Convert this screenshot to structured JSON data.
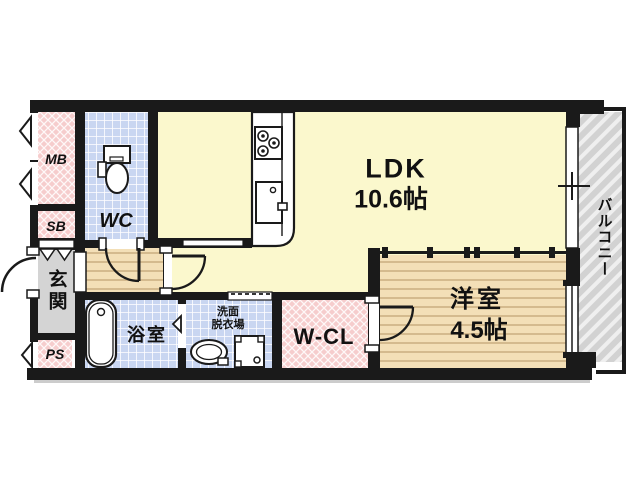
{
  "title": "apartment-floor-plan",
  "rooms": {
    "ldk": {
      "label": "LDK",
      "size": "10.6帖"
    },
    "western": {
      "label": "洋室",
      "size": "4.5帖"
    },
    "wcl": {
      "label": "W-CL"
    },
    "bath": {
      "label": "浴室"
    },
    "washroom": {
      "line1": "洗面",
      "line2": "脱衣場"
    },
    "wc": {
      "label": "WC"
    },
    "entrance": {
      "label": "玄関"
    },
    "balcony": {
      "label": "バルコニー"
    },
    "mb": {
      "label": "MB"
    },
    "sb": {
      "label": "SB"
    },
    "ps": {
      "label": "PS"
    }
  },
  "colors": {
    "wall": "#1a1a1a",
    "ldk_floor": "#fbf8cd",
    "wood_floor": "#f3dfb7",
    "wood_stripe": "#c9ae80",
    "wet_area": "#c9d6f1",
    "closet_pink": "#f7cfcf",
    "entrance_gray": "#d4d4d4",
    "balcony_gray": "#d2d2d2"
  }
}
